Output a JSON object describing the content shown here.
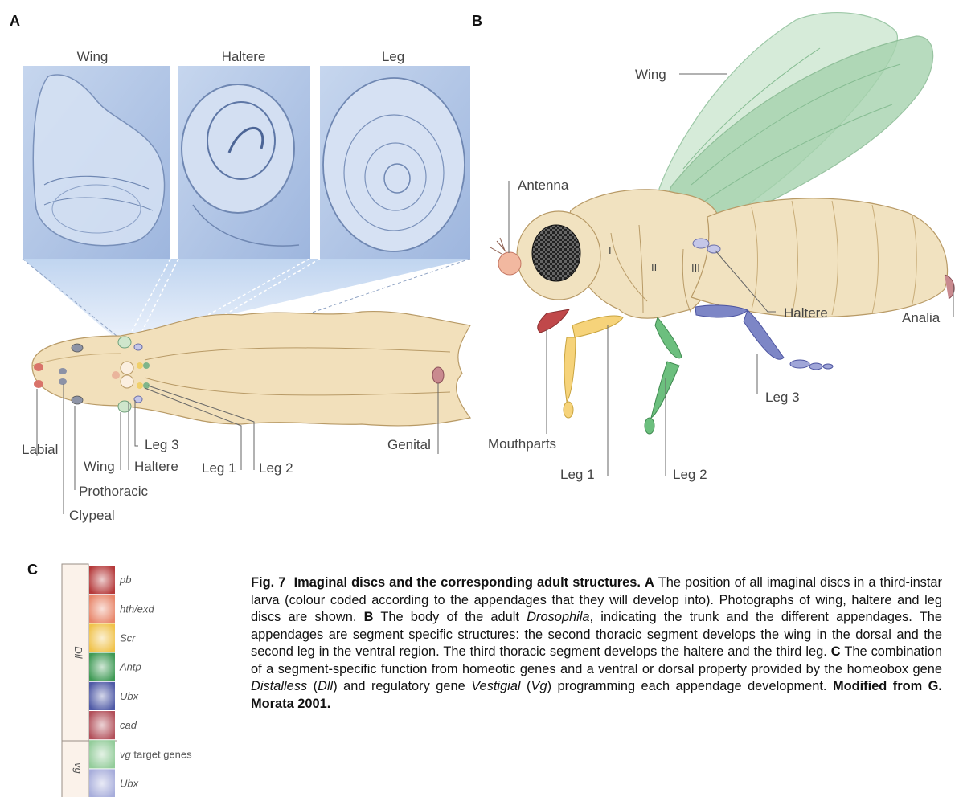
{
  "panels": {
    "a": "A",
    "b": "B",
    "c": "C"
  },
  "panel_a": {
    "photo_titles": [
      "Wing",
      "Haltere",
      "Leg"
    ],
    "larva_labels": {
      "labial": "Labial",
      "wing": "Wing",
      "haltere": "Haltere",
      "leg3": "Leg 3",
      "leg1": "Leg 1",
      "leg2": "Leg 2",
      "prothoracic": "Prothoracic",
      "clypeal": "Clypeal",
      "genital": "Genital"
    }
  },
  "panel_b": {
    "labels": {
      "wing": "Wing",
      "antenna": "Antenna",
      "haltere": "Haltere",
      "analia": "Analia",
      "leg3": "Leg 3",
      "mouthparts": "Mouthparts",
      "leg1": "Leg 1",
      "leg2": "Leg 2"
    },
    "segments": [
      "I",
      "II",
      "III"
    ]
  },
  "panel_c": {
    "group_labels": [
      "Dll",
      "vg"
    ],
    "rows": [
      {
        "label": "pb",
        "color": "#b5393a"
      },
      {
        "label": "hth/exd",
        "color": "#e8866a"
      },
      {
        "label": "Scr",
        "color": "#f0c24a"
      },
      {
        "label": "Antp",
        "color": "#3f9a55"
      },
      {
        "label": "Ubx",
        "color": "#4f5aa6"
      },
      {
        "label": "cad",
        "color": "#b2505a"
      },
      {
        "label": "vg target genes",
        "color": "#93cc9a"
      },
      {
        "label": "Ubx",
        "color": "#a7addb"
      }
    ]
  },
  "caption": {
    "fig": "Fig. 7",
    "title": "Imaginal discs and the corresponding adult structures.",
    "a_letter": "A",
    "a_text": "The position of all imaginal discs in a third-instar larva (colour coded according to the appendages that they will develop into). Photographs of wing, haltere and leg discs are shown.",
    "b_letter": "B",
    "b_text1": "The body of the adult",
    "b_species": "Drosophila",
    "b_text2": ", indicating the trunk and the different appendages. The appendages are segment specific structures: the second thoracic segment  develops the wing in the dorsal and the second leg in the ventral region. The third thoracic segment develops the haltere and the third leg.",
    "c_letter": "C",
    "c_text1": "The combination of a segment-specific function from homeotic genes and a ventral or dorsal property provided by the homeobox gene",
    "c_gene1": "Distalless",
    "c_paren1_open": " (",
    "c_abbr1": "Dll",
    "c_text2": ") and regulatory gene",
    "c_gene2": "Vestigial",
    "c_paren2_open": " (",
    "c_abbr2": "Vg",
    "c_text3": ") programming each appendage development.",
    "credit": "Modified from G. Morata 2001."
  },
  "colors": {
    "photo_bg": "#b4c8e8",
    "larva_body": "#f2e0bb",
    "fly_body": "#f1e2c0",
    "wing_green": "#9fd1a9"
  }
}
